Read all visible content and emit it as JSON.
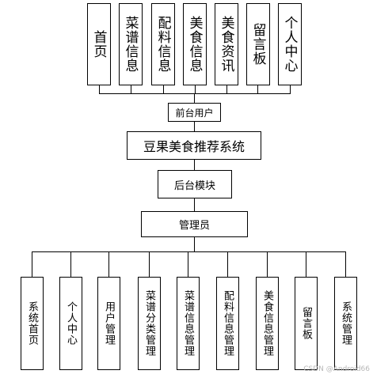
{
  "diagram": {
    "system_title": "豆果美食推荐系统",
    "frontend": {
      "label": "前台用户",
      "modules": [
        "首页",
        "菜谱信息",
        "配料信息",
        "美食信息",
        "美食资讯",
        "留言板",
        "个人中心"
      ]
    },
    "backend": {
      "label": "后台模块",
      "role": "管理员",
      "modules": [
        "系统首页",
        "个人中心",
        "用户管理",
        "菜谱分类管理",
        "菜谱信息管理",
        "配料信息管理",
        "美食信息管理",
        "留言板",
        "系统管理"
      ]
    },
    "watermark": "CSDN @Android66"
  }
}
